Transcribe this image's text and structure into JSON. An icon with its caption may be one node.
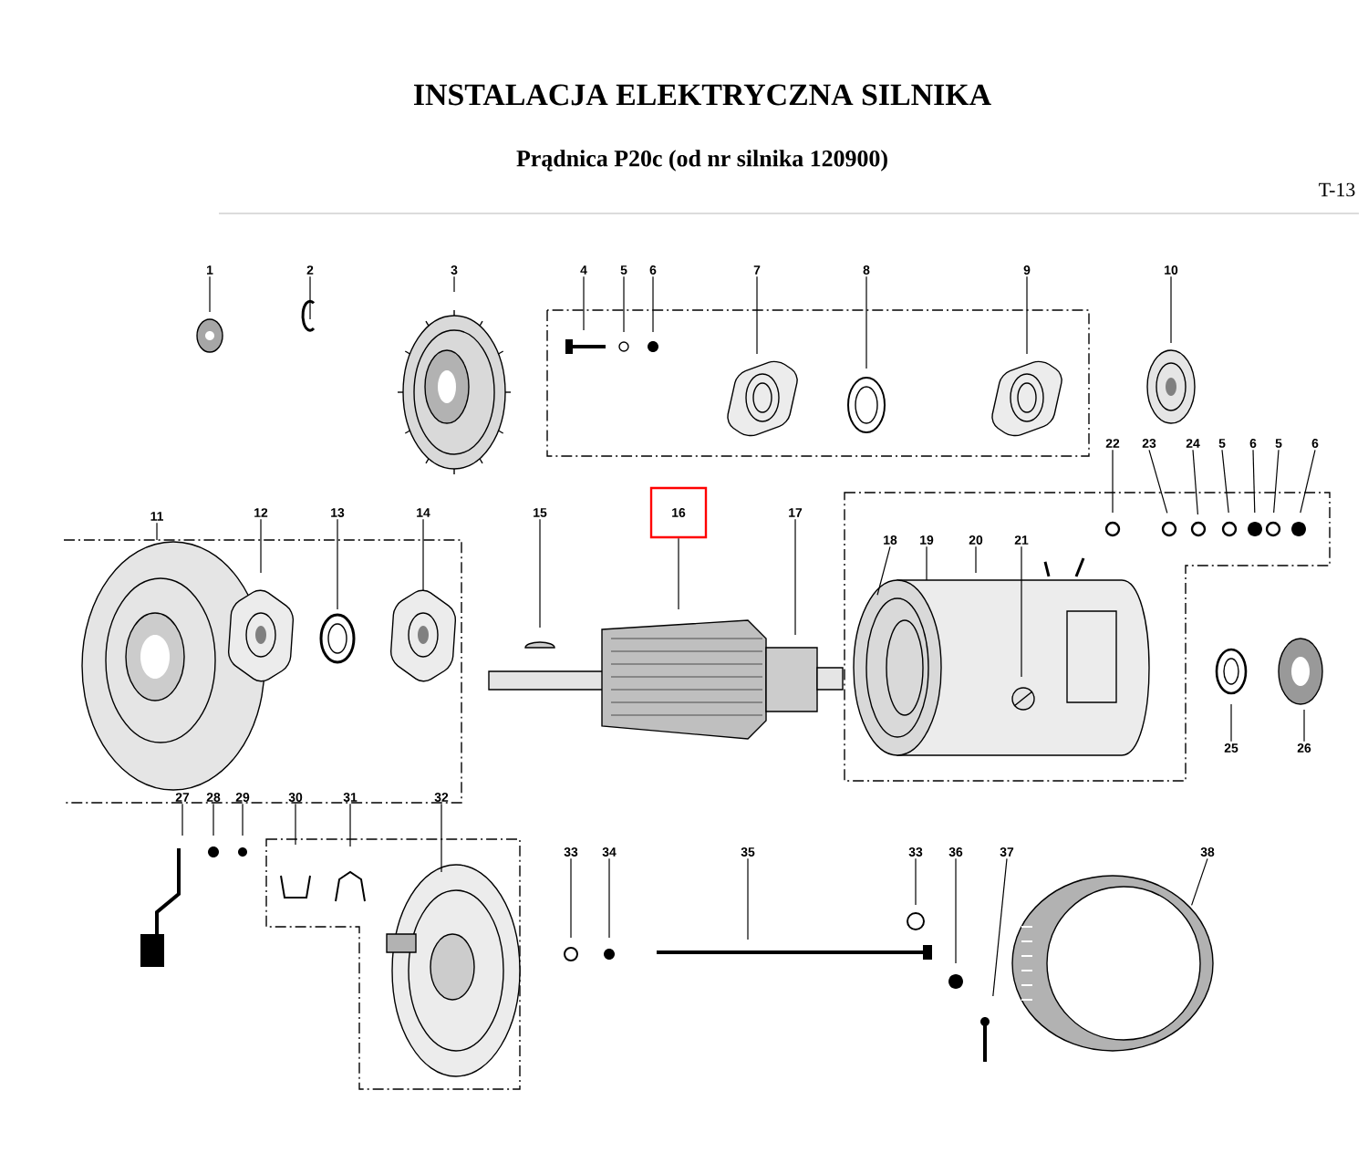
{
  "diagram": {
    "title": "INSTALACJA ELEKTRYCZNA SILNIKA",
    "nodes": [
      {
        "text": [
          "1"
        ]
      },
      {
        "text": [
          "2"
        ]
      },
      {
        "text": [
          "3"
        ]
      },
      {
        "text": [
          "4"
        ]
      },
      {
        "text": [
          "5"
        ]
      },
      {
        "text": [
          "6"
        ]
      },
      {
        "text": [
          "7"
        ]
      },
      {
        "text": [
          "8"
        ]
      },
      {
        "text": [
          "9"
        ]
      },
      {
        "text": [
          "10"
        ]
      },
      {
        "text": [
          "22"
        ]
      },
      {
        "text": [
          "23"
        ]
      },
      {
        "text": [
          "24"
        ]
      },
      {
        "text": [
          "5"
        ]
      },
      {
        "text": [
          "6"
        ]
      },
      {
        "text": [
          "5"
        ]
      },
      {
        "text": [
          "6"
        ]
      },
      {
        "text": [
          "11"
        ]
      },
      {
        "text": [
          "12"
        ]
      },
      {
        "text": [
          "13"
        ]
      },
      {
        "text": [
          "14"
        ]
      },
      {
        "text": [
          "15"
        ]
      },
      {
        "text": [
          "16"
        ]
      },
      {
        "text": [
          "17"
        ]
      },
      {
        "text": [
          "18"
        ]
      },
      {
        "text": [
          "19"
        ]
      },
      {
        "text": [
          "20"
        ]
      },
      {
        "text": [
          "21"
        ]
      },
      {
        "text": [
          "25"
        ]
      },
      {
        "text": [
          "26"
        ]
      },
      {
        "text": [
          "27"
        ]
      },
      {
        "text": [
          "28"
        ]
      },
      {
        "text": [
          "29"
        ]
      },
      {
        "text": [
          "30"
        ]
      },
      {
        "text": [
          "31"
        ]
      },
      {
        "text": [
          "32"
        ]
      },
      {
        "text": [
          "33"
        ]
      },
      {
        "text": [
          "34"
        ]
      },
      {
        "text": [
          "35"
        ]
      },
      {
        "text": [
          "33"
        ]
      },
      {
        "text": [
          "36"
        ]
      },
      {
        "text": [
          "37"
        ]
      },
      {
        "text": [
          "38"
        ]
      }
    ],
    "edges": [
      {
        "from": 0,
        "to": null,
        "arrow": "none"
      },
      {
        "from": 1,
        "to": null,
        "arrow": "none"
      },
      {
        "from": 2,
        "to": null,
        "arrow": "none"
      },
      {
        "from": 3,
        "to": null,
        "arrow": "none"
      },
      {
        "from": 4,
        "to": null,
        "arrow": "none"
      },
      {
        "from": 5,
        "to": null,
        "arrow": "none"
      },
      {
        "from": 6,
        "to": null,
        "arrow": "none"
      },
      {
        "from": 7,
        "to": null,
        "arrow": "none"
      },
      {
        "from": 8,
        "to": null,
        "arrow": "none"
      },
      {
        "from": 9,
        "to": null,
        "arrow": "none"
      },
      {
        "from": 10,
        "to": null,
        "arrow": "none"
      },
      {
        "from": 11,
        "to": null,
        "arrow": "none"
      },
      {
        "from": 12,
        "to": null,
        "arrow": "none"
      },
      {
        "from": 13,
        "to": null,
        "arrow": "none"
      },
      {
        "from": 14,
        "to": null,
        "arrow": "none"
      },
      {
        "from": 15,
        "to": null,
        "arrow": "none"
      },
      {
        "from": 16,
        "to": null,
        "arrow": "none"
      },
      {
        "from": 17,
        "to": null,
        "arrow": "none"
      },
      {
        "from": 18,
        "to": null,
        "arrow": "none"
      },
      {
        "from": 19,
        "to": null,
        "arrow": "none"
      },
      {
        "from": 20,
        "to": null,
        "arrow": "none"
      },
      {
        "from": 21,
        "to": null,
        "arrow": "none"
      },
      {
        "from": 22,
        "to": null,
        "arrow": "none"
      },
      {
        "from": 23,
        "to": null,
        "arrow": "none"
      },
      {
        "from": 24,
        "to": null,
        "arrow": "none"
      },
      {
        "from": 25,
        "to": null,
        "arrow": "none"
      },
      {
        "from": 26,
        "to": null,
        "arrow": "none"
      },
      {
        "from": 27,
        "to": null,
        "arrow": "none"
      },
      {
        "from": 28,
        "to": null,
        "arrow": "none"
      },
      {
        "from": 29,
        "to": null,
        "arrow": "none"
      },
      {
        "from": 30,
        "to": null,
        "arrow": "none"
      },
      {
        "from": 31,
        "to": null,
        "arrow": "none"
      },
      {
        "from": 32,
        "to": null,
        "arrow": "none"
      },
      {
        "from": 33,
        "to": null,
        "arrow": "none"
      },
      {
        "from": 34,
        "to": null,
        "arrow": "none"
      },
      {
        "from": 35,
        "to": null,
        "arrow": "none"
      },
      {
        "from": 36,
        "to": null,
        "arrow": "none"
      },
      {
        "from": 37,
        "to": null,
        "arrow": "none"
      },
      {
        "from": 38,
        "to": null,
        "arrow": "none"
      },
      {
        "from": 39,
        "to": null,
        "arrow": "none"
      },
      {
        "from": 40,
        "to": null,
        "arrow": "none"
      },
      {
        "from": 41,
        "to": null,
        "arrow": "none"
      },
      {
        "from": 42,
        "to": null,
        "arrow": "none"
      }
    ],
    "labels": [
      "Prądnica P20c (od nr silnika 120900)",
      "T-13"
    ]
  }
}
